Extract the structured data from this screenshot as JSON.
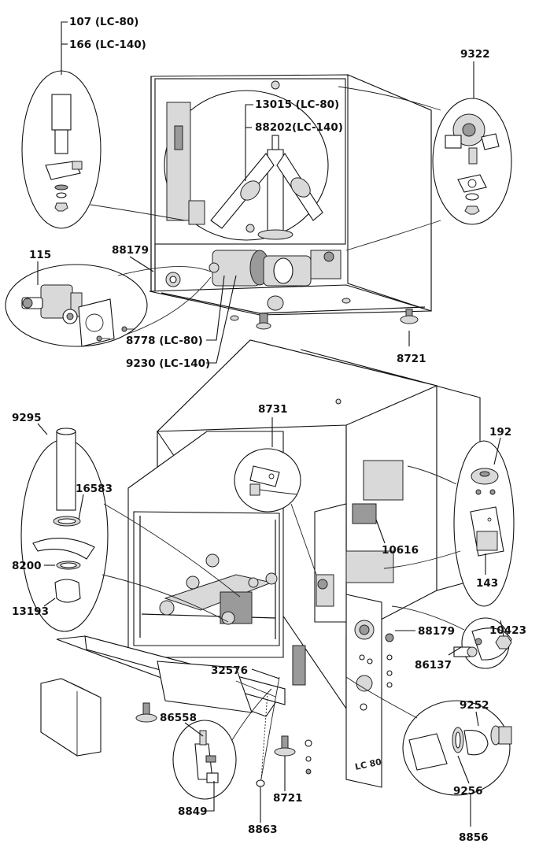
{
  "labels": {
    "p107": "107 (LC-80)",
    "p166": "166 (LC-140)",
    "p9322": "9322",
    "p13015": "13015 (LC-80)",
    "p88202": "88202(LC-140)",
    "p115": "115",
    "p88179_top": "88179",
    "p8778": "8778 (LC-80)",
    "p9230": "9230 (LC-140)",
    "p8721_top": "8721",
    "p8731": "8731",
    "p9295": "9295",
    "p16583": "16583",
    "p8200": "8200",
    "p13193": "13193",
    "p192": "192",
    "p10616": "10616",
    "p143": "143",
    "p10423": "10423",
    "p88179_bot": "88179",
    "p86137": "86137",
    "p32576": "32576",
    "p86558": "86558",
    "p9252": "9252",
    "p9256": "9256",
    "p8849": "8849",
    "p8721_bot": "8721",
    "p8863": "8863",
    "p8856": "8856"
  },
  "brand_mark": "LC 80"
}
